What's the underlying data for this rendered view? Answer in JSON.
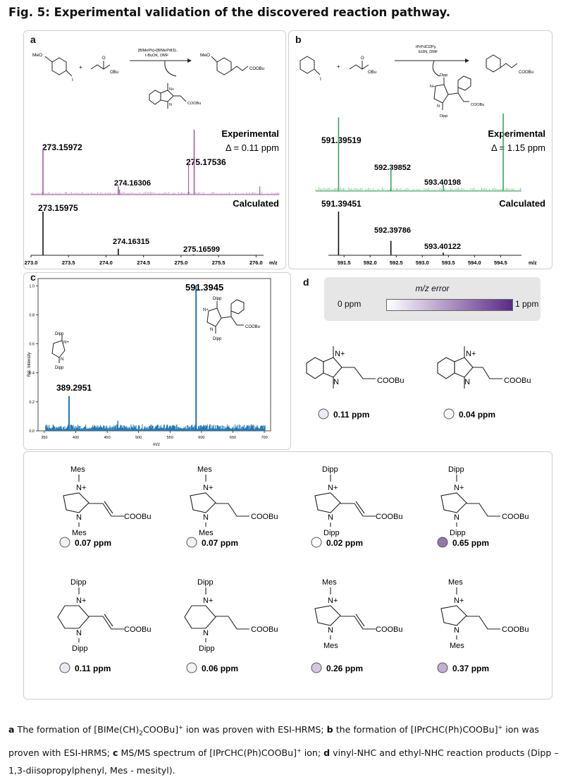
{
  "figure": {
    "title": "Fig. 5: Experimental validation of the discovered reaction pathway."
  },
  "panel_a": {
    "label": "a",
    "scheme": {
      "reagent1_sub": "MeO",
      "reagent1_sub2": "I",
      "plus": "+",
      "reagent2_sub": "OBu",
      "reagent2_o": "O",
      "conditions_line1": "[BIMePh]+[BIMePdI3]-,",
      "conditions_line2": "t-BuOK, DMF",
      "product_sub": "MeO",
      "product_group": "COOBu",
      "byproduct_n": "N+",
      "byproduct_n2": "N",
      "byproduct_group": "COOBu"
    },
    "experimental_label": "Experimental",
    "delta_label": "Δ = 0.11 ppm",
    "calculated_label": "Calculated",
    "exp_peak_labels": [
      "273.15972",
      "274.16306",
      "275.17536"
    ],
    "calc_peak_labels": [
      "273.15975",
      "274.16315",
      "275.16599"
    ],
    "x_ticks": [
      "273.0",
      "273.5",
      "274.0",
      "274.5",
      "275.0",
      "275.5",
      "276.0"
    ],
    "x_unit": "m/z",
    "color": "#a45ba6"
  },
  "panel_b": {
    "label": "b",
    "scheme": {
      "reagent1_sub": "I",
      "plus": "+",
      "reagent2_sub": "OBu",
      "reagent2_o": "O",
      "conditions_line1": "IPrPdCl2Py,",
      "conditions_line2": "Et3N, DMF",
      "product_group": "COOBu",
      "byproduct_dipp1": "Dipp",
      "byproduct_n": "N+",
      "byproduct_n2": "N",
      "byproduct_dipp2": "Dipp",
      "byproduct_group": "COOBu"
    },
    "experimental_label": "Experimental",
    "delta_label": "Δ = 1.15 ppm",
    "calculated_label": "Calculated",
    "exp_peak_labels": [
      "591.39519",
      "592.39852",
      "593.40198"
    ],
    "calc_peak_labels": [
      "591.39451",
      "592.39786",
      "593.40122"
    ],
    "x_ticks": [
      "591.5",
      "592.0",
      "592.5",
      "593.0",
      "593.5",
      "594.0",
      "594.5"
    ],
    "x_unit": "m/z",
    "color": "#3aa65a"
  },
  "panel_c": {
    "label": "c",
    "main_peak_label": "591.3945",
    "minor_peak_label": "389.2951",
    "y_label": "Rel. Intensity",
    "x_label": "m/z",
    "mol_large": {
      "dipp1": "Dipp",
      "n_plus": "N+",
      "n": "N",
      "dipp2": "Dipp",
      "group": "COOBu"
    },
    "mol_small": {
      "dipp1": "Dipp",
      "n_plus": "N+",
      "n": "N",
      "dipp2": "Dipp"
    },
    "color": "#1f77b4"
  },
  "panel_d": {
    "label": "d",
    "colorbar_title": "m/z error",
    "colorbar_min": "0 ppm",
    "colorbar_max": "1 ppm",
    "colorbar_color": "#5b2a86",
    "top_molecules": [
      {
        "group": "COOBu",
        "n1": "N+",
        "n2": "N",
        "error": "0.11 ppm",
        "value": 0.11
      },
      {
        "group": "COOBu",
        "n1": "N+",
        "n2": "N",
        "error": "0.04 ppm",
        "value": 0.04
      }
    ]
  },
  "panel_bottom": {
    "molecules": [
      {
        "sub_top": "Mes",
        "sub_bottom": "Mes",
        "n1": "N+",
        "n2": "N",
        "group": "COOBu",
        "error": "0.07 ppm",
        "value": 0.07
      },
      {
        "sub_top": "Mes",
        "sub_bottom": "Mes",
        "n1": "N+",
        "n2": "N",
        "group": "COOBu",
        "error": "0.07 ppm",
        "value": 0.07
      },
      {
        "sub_top": "Dipp",
        "sub_bottom": "Dipp",
        "n1": "N+",
        "n2": "N",
        "group": "COOBu",
        "error": "0.02 ppm",
        "value": 0.02
      },
      {
        "sub_top": "Dipp",
        "sub_bottom": "Dipp",
        "n1": "N+",
        "n2": "N",
        "group": "COOBu",
        "error": "0.65 ppm",
        "value": 0.65
      },
      {
        "sub_top": "Dipp",
        "sub_bottom": "Dipp",
        "n1": "N+",
        "n2": "N",
        "group": "COOBu",
        "error": "0.11 ppm",
        "value": 0.11
      },
      {
        "sub_top": "Dipp",
        "sub_bottom": "Dipp",
        "n1": "N+",
        "n2": "N",
        "group": "COOBu",
        "error": "0.06 ppm",
        "value": 0.06
      },
      {
        "sub_top": "Mes",
        "sub_bottom": "Mes",
        "n1": "N+",
        "n2": "N",
        "group": "COOBu",
        "error": "0.26 ppm",
        "value": 0.26
      },
      {
        "sub_top": "Mes",
        "sub_bottom": "Mes",
        "n1": "N+",
        "n2": "N",
        "group": "COOBu",
        "error": "0.37 ppm",
        "value": 0.37
      }
    ]
  },
  "chart_data": [
    {
      "type": "bar",
      "panel": "a",
      "series": [
        {
          "name": "Experimental",
          "x": [
            273.15972,
            274.16306,
            275.17536
          ],
          "values": [
            0.55,
            0.1,
            0.78
          ]
        },
        {
          "name": "Calculated",
          "x": [
            273.15975,
            274.16315,
            275.16599
          ],
          "values": [
            1.0,
            0.15,
            0.02
          ]
        }
      ],
      "xlim": [
        273.0,
        276.1
      ],
      "xlabel": "m/z"
    },
    {
      "type": "bar",
      "panel": "b",
      "series": [
        {
          "name": "Experimental",
          "x": [
            591.39519,
            592.39852,
            593.40198
          ],
          "values": [
            1.0,
            0.32,
            0.06
          ]
        },
        {
          "name": "Calculated",
          "x": [
            591.39451,
            592.39786,
            593.40122
          ],
          "values": [
            1.0,
            0.33,
            0.06
          ]
        }
      ],
      "xlim": [
        591.2,
        594.9
      ],
      "xlabel": "m/z"
    },
    {
      "type": "bar",
      "panel": "c",
      "x": [
        389.2951,
        591.3945
      ],
      "values": [
        0.24,
        1.0
      ],
      "xlim": [
        340,
        710
      ],
      "ylim": [
        0,
        1.05
      ],
      "x_ticks": [
        350,
        400,
        450,
        500,
        550,
        600,
        650,
        700
      ],
      "y_ticks": [
        0.0,
        0.2,
        0.4,
        0.6,
        0.8,
        1.0
      ],
      "xlabel": "m/z",
      "ylabel": "Rel. Intensity"
    }
  ]
}
